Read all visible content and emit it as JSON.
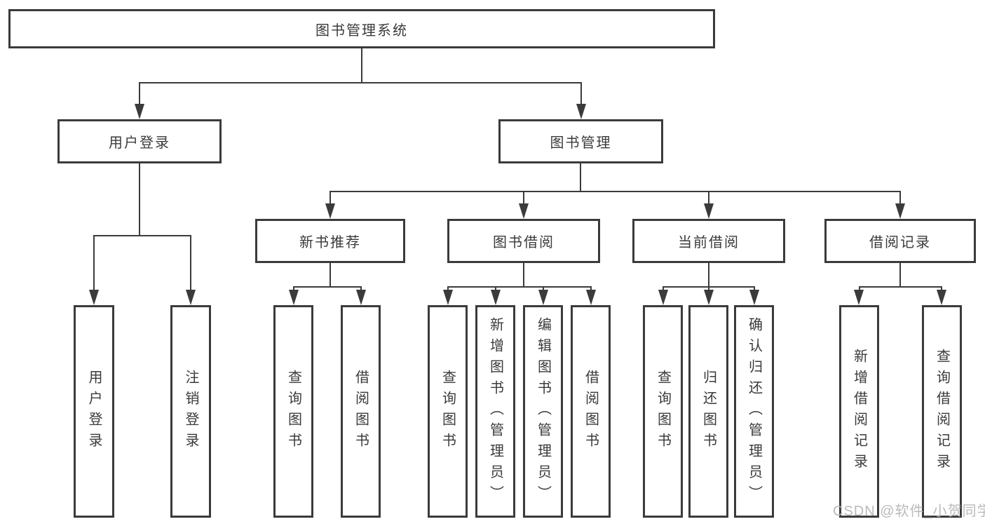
{
  "tree": {
    "label": "图书管理系统",
    "children": [
      {
        "label": "用户登录",
        "children": [
          {
            "label": "用户登录"
          },
          {
            "label": "注销登录"
          }
        ]
      },
      {
        "label": "图书管理",
        "children": [
          {
            "label": "新书推荐",
            "children": [
              {
                "label": "查询图书"
              },
              {
                "label": "借阅图书"
              }
            ]
          },
          {
            "label": "图书借阅",
            "children": [
              {
                "label": "查询图书"
              },
              {
                "label": "新增图书（管理员）"
              },
              {
                "label": "编辑图书（管理员）"
              },
              {
                "label": "借阅图书"
              }
            ]
          },
          {
            "label": "当前借阅",
            "children": [
              {
                "label": "查询图书"
              },
              {
                "label": "归还图书"
              },
              {
                "label": "确认归还（管理员）"
              }
            ]
          },
          {
            "label": "借阅记录",
            "children": [
              {
                "label": "新增借阅记录"
              },
              {
                "label": "查询借阅记录"
              }
            ]
          }
        ]
      }
    ]
  },
  "watermark": "CSDN @软件_小贺同学",
  "colors": {
    "line": "#3b3b3b",
    "text": "#3a3a3a",
    "background": "#ffffff",
    "watermark": "#b3b3b3"
  }
}
